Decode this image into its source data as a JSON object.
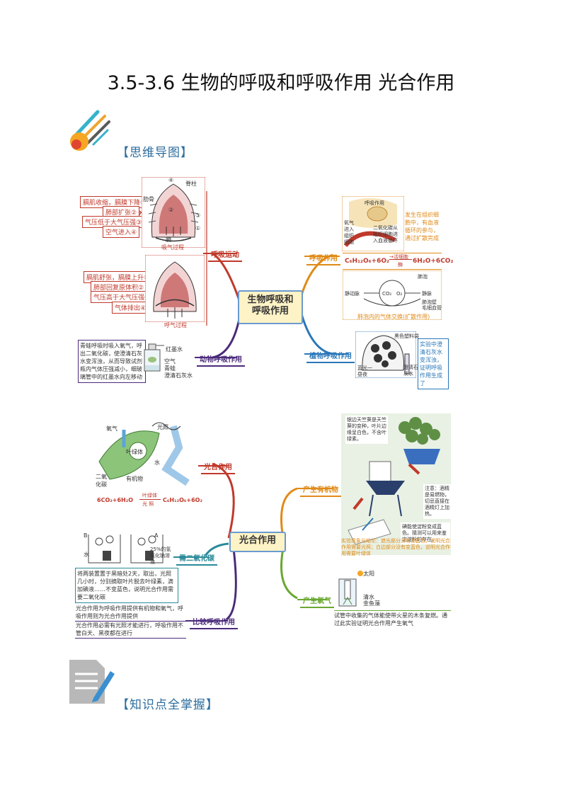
{
  "title": "3.5-3.6 生物的呼吸和呼吸作用  光合作用",
  "sections": {
    "mindmap": "【思维导图】",
    "knowledge": "【知识点全掌握】"
  },
  "map1": {
    "center": [
      "生物呼吸和",
      "呼吸作用"
    ],
    "branches": {
      "breathing": "呼吸运动",
      "animal": "动物呼吸作用",
      "respiration": "呼吸作用",
      "plant": "植物呼吸作用"
    },
    "inhale_steps": [
      "膈肌收缩，膈膜下降①",
      "肺部扩张②",
      "气压低于大气压强③",
      "空气进入④"
    ],
    "inhale_label": "吸气过程",
    "exhale_steps": [
      "膈肌舒张，膈膜上升①",
      "肺部回复原体积②",
      "气压高于大气压强③",
      "气体排出④"
    ],
    "exhale_label": "呼气过程",
    "lung_labels": {
      "spine": "脊柱",
      "rib": "肋骨",
      "diaphragm": "膈",
      "n2": "②",
      "n3": "③",
      "n4": "④",
      "n1": "①"
    },
    "animal_note": "青蛙呼吸时吸入氧气，呼出二氧化碳，使澄清石灰水变浑浊，从而导致试剂瓶内气体压强减小，细玻璃管中的红墨水向左移动",
    "animal_labels": [
      "红墨水",
      "空气",
      "青蛙",
      "澄清石灰水"
    ],
    "cell_note": "发生在组织细胞中，有血液循环的参与，通过扩散完成",
    "cell_labels": [
      "呼吸作用",
      "氧气进入组织细胞",
      "二氧化碳从组织细胞进入血液循环"
    ],
    "equation": {
      "left": "C₆H₁₂O₆+6O₂",
      "condition": "酶",
      "top": "→活细胞",
      "right": "6H₂O+6CO₂"
    },
    "alveoli_labels": [
      "肺泡",
      "静动脉",
      "静脉",
      "CO₂",
      "O₂",
      "肺泡壁",
      "毛细血管"
    ],
    "alveoli_caption": "肺泡内的气体交换(扩散作用)",
    "plant_labels": [
      "黑色塑料袋",
      "蓝光一昼夜",
      "澄清石灰水"
    ],
    "plant_note": "实验中澄清石灰水变浑浊，证明呼吸作用生成了"
  },
  "map2": {
    "center": "光合作用",
    "branches": {
      "photo": "光合作用",
      "co2": "需二氧化碳",
      "compare": "比较呼吸作用",
      "organic": "产生有机物",
      "oxygen": "产生氧气"
    },
    "leaf_labels": [
      "氧气",
      "光照",
      "叶绿体",
      "水",
      "二氧化碳",
      "有机物"
    ],
    "photo_eq": {
      "left": "6CO₂+6H₂O",
      "top": "叶绿体",
      "bottom": "光 照",
      "right": "C₆H₁₂O₆+6O₂"
    },
    "co2_labels": [
      "B",
      "A",
      "水",
      "25%的氢氧化钠溶液"
    ],
    "co2_note": "将两装置置于黑暗处2天，取出，光照几小时，分别摘取叶片脱去叶绿素，滴加碘液……不变蓝色，说明光合作用需要二氧化碳",
    "compare_note1": "光合作用为呼吸作用提供有机物和氧气，呼吸作用则为光合作用提供",
    "compare_note2": "光合作用必需有光照才能进行，呼吸作用不管白天、黑夜都在进行",
    "organic_note1": "银边天竺葵是天竺葵的变种，叶片边缘呈白色，不含叶绿素。",
    "organic_note2": "注意：酒精是易燃物，切忌直接在酒精灯上加热。",
    "organic_note3": "碘能使淀粉变成蓝色。猜测可以用来鉴定淀粉的存在。",
    "organic_note4": "实验现象与结论：遮光部分没有变蓝色，说明光合作用需要光照；白边部分没有变蓝色，说明光合作用需要叶绿体",
    "oxygen_labels": [
      "太阳",
      "清水",
      "金鱼藻"
    ],
    "oxygen_note": "试管中收集的气体能使带火星的木条复燃。通过此实验证明光合作用产生氧气"
  },
  "colors": {
    "heading": "#2d6d9e",
    "red": "#c0392b",
    "purple": "#4b2a7a",
    "orange": "#e08a17",
    "blue": "#2a77b8"
  }
}
